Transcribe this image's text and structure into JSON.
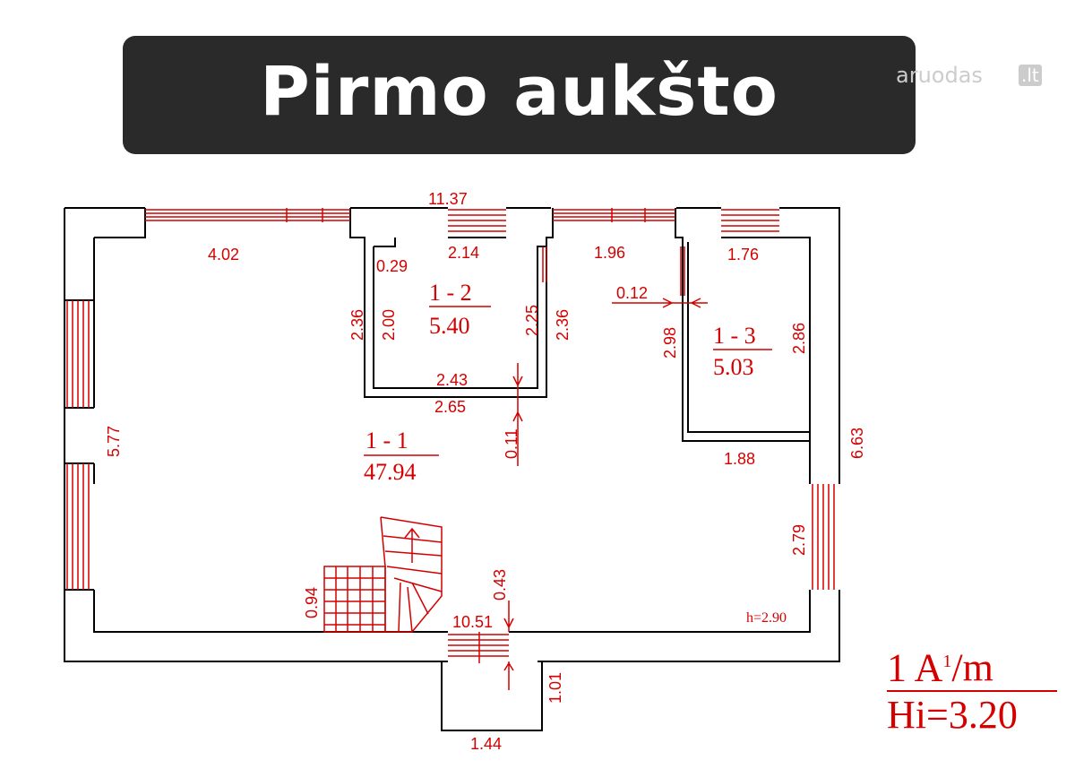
{
  "title": "Pirmo aukšto planas",
  "watermark": {
    "name": "aruodas",
    "tld": ".lt"
  },
  "colors": {
    "wall": "#000000",
    "annotation": "#d40000",
    "title_bg": "#2a2a2a",
    "title_text": "#ffffff",
    "watermark": "#cccccc"
  },
  "dimensions": {
    "top_total": "11.37",
    "room11_window": "4.02",
    "room12_window": "2.14",
    "corridor_window": "1.96",
    "room13_window": "1.76",
    "room12_left_wall": "0.29",
    "room12_left_outer": "2.36",
    "room12_left_inner": "2.00",
    "room12_right_inner": "2.25",
    "room12_right_outer": "2.36",
    "partition": "0.12",
    "room13_left": "2.98",
    "room13_right": "2.86",
    "room12_bottom_inner": "2.43",
    "room12_bottom_outer": "2.65",
    "room12_wall_thickness": "0.11",
    "left_wall_height": "5.77",
    "right_wall_height": "6.63",
    "room13_bottom": "1.88",
    "right_window": "2.79",
    "stair_width": "0.94",
    "entry_offset": "0.43",
    "bottom_total": "10.51",
    "porch_depth": "1.01",
    "porch_width": "1.44"
  },
  "rooms": [
    {
      "id": "1 - 1",
      "area": "47.94"
    },
    {
      "id": "1 - 2",
      "area": "5.40"
    },
    {
      "id": "1 - 3",
      "area": "5.03"
    }
  ],
  "ceiling_height": "h=2.90",
  "scale": {
    "line1": "1 A",
    "sup": "1",
    "line1_end": "/m",
    "line2": "Hi=3.20"
  }
}
